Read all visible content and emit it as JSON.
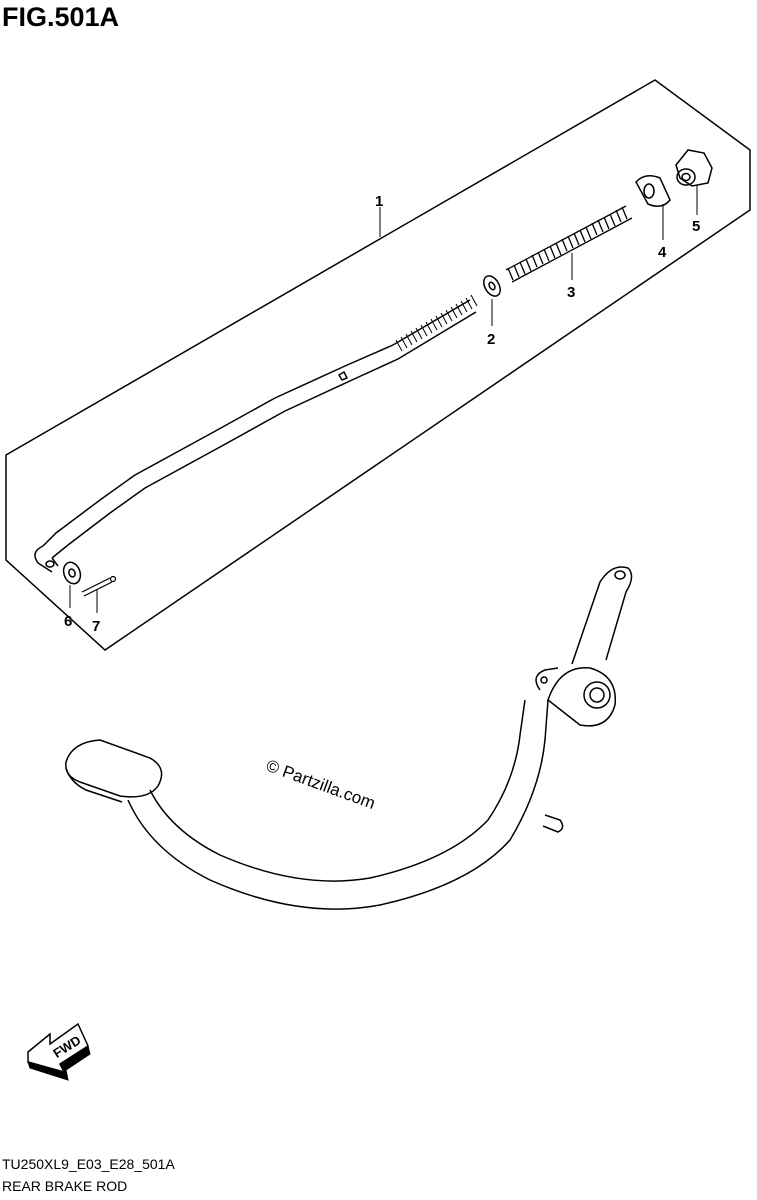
{
  "figure": {
    "title": "FIG.501A"
  },
  "callouts": [
    {
      "id": "1",
      "label": "1"
    },
    {
      "id": "2",
      "label": "2"
    },
    {
      "id": "3",
      "label": "3"
    },
    {
      "id": "4",
      "label": "4"
    },
    {
      "id": "5",
      "label": "5"
    },
    {
      "id": "6",
      "label": "6"
    },
    {
      "id": "7",
      "label": "7"
    }
  ],
  "watermark": {
    "text": "© Partzilla.com"
  },
  "fwd_badge": {
    "text": "FWD"
  },
  "footer": {
    "code": "TU250XL9_E03_E28_501A",
    "name": "REAR BRAKE ROD"
  }
}
